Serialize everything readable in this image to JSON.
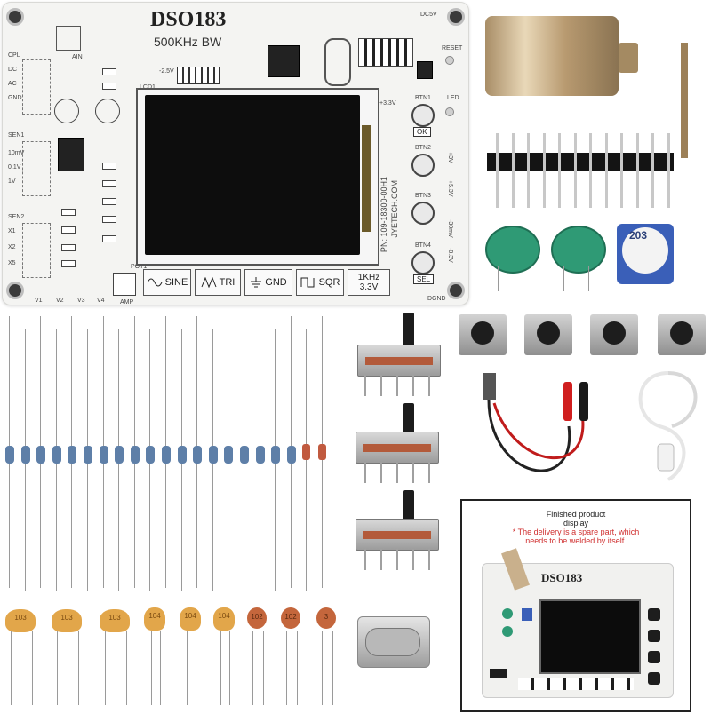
{
  "board": {
    "model": "DSO183",
    "bandwidth": "500KHz BW",
    "labels": {
      "cpl": "CPL",
      "dc": "DC",
      "ac": "AC",
      "gnd": "GND",
      "sen1": "SEN1",
      "mv10": "10mV",
      "v01": "0.1V",
      "v1": "1V",
      "sen2": "SEN2",
      "x1": "X1",
      "x2": "X2",
      "x5": "X5",
      "v1pin": "V1",
      "v2pin": "V2",
      "v3pin": "V3",
      "v4pin": "V4",
      "amp": "AMP",
      "pot1": "POT1",
      "minus25": "-2.5V",
      "plus33": "+3.3V",
      "reset": "RESET",
      "led": "LED",
      "dc5v": "DC5V",
      "btn1": "BTN1",
      "ok": "OK",
      "btn2": "BTN2",
      "btn3": "BTN3",
      "btn4": "BTN4",
      "sel": "SEL",
      "vp3": "+3V",
      "vp53": "+5.3V",
      "mv30": "-30mV",
      "vm03": "-0.3V",
      "part_no": "PN: 109-18300-00H1",
      "site": "JYETECH.COM",
      "dgnd": "DGND",
      "ain": "AIN",
      "lcd1": "LCD1"
    },
    "signals": [
      "SINE",
      "TRI",
      "GND",
      "SQR"
    ],
    "cal": [
      "1KHz",
      "3.3V"
    ]
  },
  "capacitors": {
    "yellow": [
      "103",
      "103",
      "103",
      "104",
      "104",
      "104"
    ],
    "brown": [
      "102",
      "102",
      "3"
    ]
  },
  "inset": {
    "title_l1": "Finished product",
    "title_l2": "display",
    "note_l1": "* The delivery is a spare part, which",
    "note_l2": "needs to be welded by itself.",
    "model": "DSO183"
  },
  "potentiometer": {
    "code": "203"
  },
  "colors": {
    "pcb": "#f4f4f2",
    "lcd": "#0d0d0d",
    "resistor": "#5e7fa8",
    "diode": "#c15a3f",
    "green_cap": "#2f9a75",
    "brass": "#c9b08c",
    "note_red": "#d03030"
  }
}
